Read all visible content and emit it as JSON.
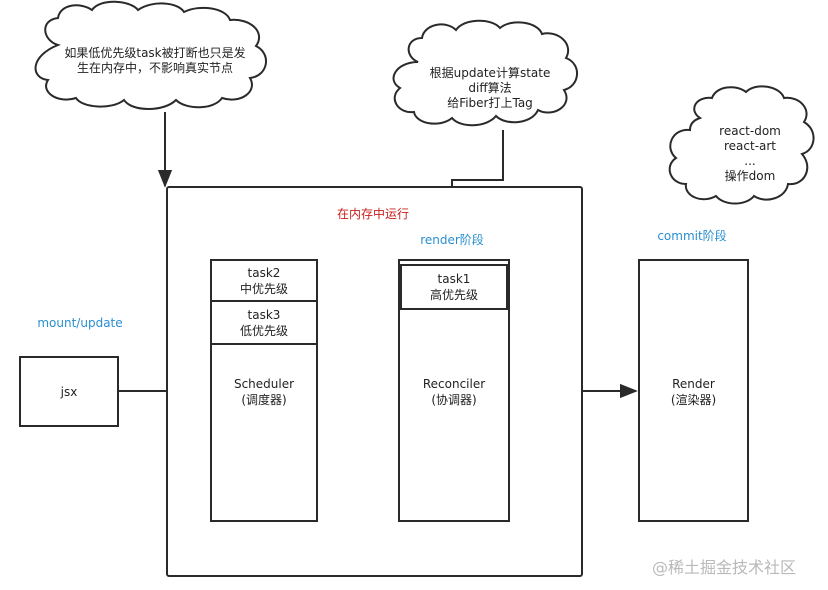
{
  "clouds": {
    "scheduler_note": [
      "如果低优先级task被打断也只是发",
      "生在内存中，不影响真实节点"
    ],
    "reconciler_note": [
      "根据update计算state",
      "diff算法",
      "给Fiber打上Tag"
    ],
    "render_note": [
      "react-dom",
      "react-art",
      "...",
      "操作dom"
    ]
  },
  "labels": {
    "in_memory": "在内存中运行",
    "render_phase": "render阶段",
    "commit_phase": "commit阶段",
    "mount_update": "mount/update"
  },
  "nodes": {
    "jsx": "jsx",
    "scheduler": {
      "task2": "task2",
      "task2_priority": "中优先级",
      "task3": "task3",
      "task3_priority": "低优先级",
      "name": "Scheduler",
      "name_cn": "(调度器)"
    },
    "reconciler": {
      "task1": "task1",
      "task1_priority": "高优先级",
      "name": "Reconciler",
      "name_cn": "(协调器)"
    },
    "renderer": {
      "name": "Render",
      "name_cn": "(渲染器)"
    }
  },
  "watermark": "@稀土掘金技术社区",
  "colors": {
    "phase_label": "#2a8fd0",
    "memory_label": "#c8201e",
    "stroke": "#2a2a2a"
  }
}
